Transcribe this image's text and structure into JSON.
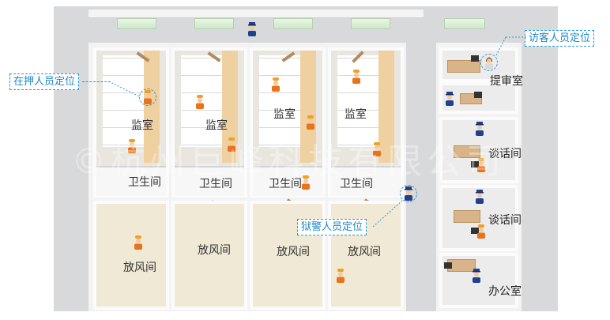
{
  "callouts": {
    "detainee": "在押人员定位",
    "visitor": "访客人员定位",
    "guard": "狱警人员定位"
  },
  "cells": [
    {
      "cell_label": "监室",
      "bath_label": "卫生间",
      "yard_label": "放风间"
    },
    {
      "cell_label": "监室",
      "bath_label": "卫生间",
      "yard_label": "放风间"
    },
    {
      "cell_label": "监室",
      "bath_label": "卫生间",
      "yard_label": "放风间"
    },
    {
      "cell_label": "监室",
      "bath_label": "卫生间",
      "yard_label": "放风间"
    }
  ],
  "rooms": {
    "interrogation": "提审室",
    "talk_1": "谈话间",
    "talk_2": "谈话间",
    "office": "办公室"
  },
  "watermark": "©杭州巨峰科技有限公司",
  "colors": {
    "callout": "#2a9ad8",
    "inmate_uniform": "#e8731a",
    "guard_uniform": "#1f3f8f",
    "aisle": "#efd0a0"
  },
  "icons": {
    "detainee": "detainee-icon",
    "guard": "guard-icon",
    "visitor": "visitor-icon"
  }
}
